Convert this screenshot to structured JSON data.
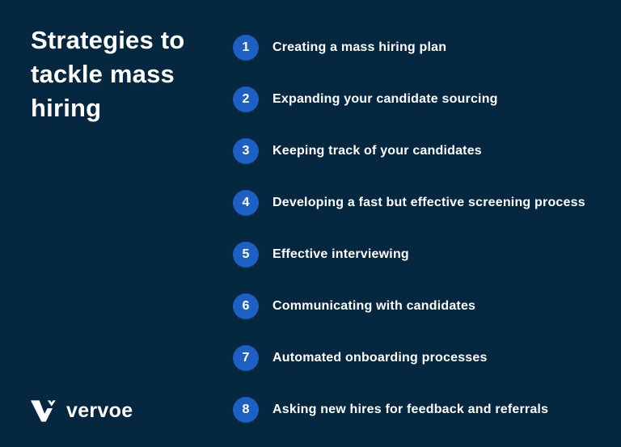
{
  "theme": {
    "background": "#062740",
    "accent": "#1d5fc2",
    "text": "#ffffff"
  },
  "title": {
    "text": "Strategies to tackle mass hiring",
    "lines": [
      "Strategies to",
      "tackle mass",
      "hiring"
    ]
  },
  "strategies": [
    {
      "number": "1",
      "label": "Creating a mass hiring plan"
    },
    {
      "number": "2",
      "label": "Expanding your candidate sourcing"
    },
    {
      "number": "3",
      "label": "Keeping track of your candidates"
    },
    {
      "number": "4",
      "label": "Developing a fast but effective screening process"
    },
    {
      "number": "5",
      "label": "Effective interviewing"
    },
    {
      "number": "6",
      "label": "Communicating with candidates"
    },
    {
      "number": "7",
      "label": "Automated onboarding processes"
    },
    {
      "number": "8",
      "label": "Asking new hires for feedback and referrals"
    }
  ],
  "footer": {
    "logo_icon": "vervoe-v-mark-icon",
    "logo_text": "vervoe"
  }
}
